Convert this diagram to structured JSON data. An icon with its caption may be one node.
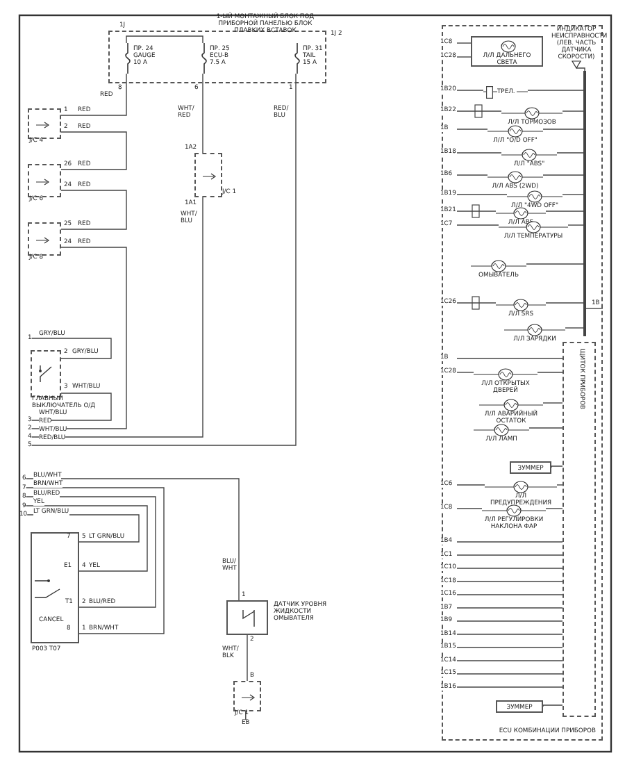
{
  "diagram": {
    "nodes": [
      {
        "text": [
          "1-ЫЙ МОНТАЖНЫЙ БЛОК ПОД ПРИБОРНОЙ ПАНЕЛЬЮ БЛОК ПЛАВКИХ ВСТАВОК"
        ]
      },
      {
        "text": [
          "ПР. 24 GAUGE 10 A"
        ],
        "in": 0
      },
      {
        "text": [
          "ПР. 25 ECU-B 7.5 A"
        ],
        "in": 0
      },
      {
        "text": [
          "ПР. 31 TAIL 15 A"
        ],
        "in": 0
      },
      {
        "text": [
          "J/C 4"
        ]
      },
      {
        "text": [
          "J/C 6"
        ]
      },
      {
        "text": [
          "J/C 8"
        ]
      },
      {
        "text": [
          "J/C 1"
        ]
      },
      {
        "text": [
          "ГЛАВНЫЙ ВЫКЛЮЧАТЕЛЬ О/Д"
        ]
      },
      {
        "text": [
          "CANCEL"
        ],
        "beside": [
          "P003 T07"
        ]
      },
      {
        "text": [
          "ДАТЧИК УРОВНЯ ЖИДКОСТИ ОМЫВАТЕЛЯ"
        ]
      },
      {
        "text": [
          "J/C 1"
        ]
      },
      {
        "text": [
          "ЕВ"
        ]
      },
      {
        "text": [
          "1"
        ]
      },
      {
        "text": [
          "3"
        ]
      },
      {
        "text": [
          "2"
        ]
      },
      {
        "text": [
          "4"
        ]
      },
      {
        "text": [
          "5"
        ]
      },
      {
        "text": [
          "6"
        ]
      },
      {
        "text": [
          "7"
        ]
      },
      {
        "text": [
          "8"
        ]
      },
      {
        "text": [
          "9"
        ]
      },
      {
        "text": [
          "10"
        ]
      },
      {
        "text": [
          "ECU КОМБИНАЦИИ ПРИБОРОВ"
        ]
      },
      {
        "text": [
          "Л/Л ДАЛЬНЕГО СВЕТА"
        ],
        "in": 23
      },
      {
        "text": [
          "ИНДИКАТОР НЕИСПРАВНОСТИ (ЛЕВ. ЧАСТЬ ДАТЧИКА СКОРОСТИ)"
        ],
        "in": 23
      },
      {
        "text": [],
        "shape": "bar",
        "in": 23
      },
      {
        "text": [
          "ТРЕЛ."
        ],
        "in": 23
      },
      {
        "text": [
          "Л/Л ТОРМОЗОВ"
        ],
        "in": 23
      },
      {
        "text": [
          "Л/Л \"O/D OFF\""
        ],
        "in": 23
      },
      {
        "text": [
          "Л/Л \"ABS\""
        ],
        "in": 23
      },
      {
        "text": [
          "Л/Л ABS (2WD)"
        ],
        "in": 23
      },
      {
        "text": [
          "Л/Л \"4WD OFF\""
        ],
        "in": 23
      },
      {
        "text": [
          "Л/Л ABS"
        ],
        "in": 23
      },
      {
        "text": [
          "Л/Л ТЕМПЕРАТУРЫ"
        ],
        "in": 23
      },
      {
        "text": [
          "ОМЫВАТЕЛЬ"
        ],
        "in": 23
      },
      {
        "text": [
          "Л/Л SRS"
        ],
        "in": 23
      },
      {
        "text": [
          "Л/Л ЗАРЯДКИ"
        ],
        "in": 23
      },
      {
        "text": [
          "Л/Л ОТКРЫТЫХ ДВЕРЕЙ"
        ],
        "in": 23
      },
      {
        "text": [
          "Л/Л АВАРИЙНЫЙ ОСТАТОК"
        ],
        "in": 23
      },
      {
        "text": [
          "Л/Л ЛАМП"
        ],
        "in": 23
      },
      {
        "text": [
          "ЗУММЕР"
        ],
        "in": 23
      },
      {
        "text": [
          "Л/Л ПРЕДУПРЕЖДЕНИЯ"
        ],
        "in": 23
      },
      {
        "text": [
          "Л/Л РЕГУЛИРОВКИ НАКЛОНА ФАР"
        ],
        "in": 23
      },
      {
        "text": [
          "ЗУММЕР"
        ],
        "in": 23
      },
      {
        "text": [
          "ЩИТОК ПРИБОРОВ"
        ],
        "in": 23
      }
    ],
    "edges": [
      {
        "from": 1,
        "to": 2,
        "arrow": "none"
      },
      {
        "from": 1,
        "to": 4,
        "arrow": "none",
        "label": "RED"
      },
      {
        "from": 4,
        "to": 5,
        "arrow": "none"
      },
      {
        "from": 5,
        "to": 6,
        "arrow": "none"
      },
      {
        "from": 6,
        "to": 15,
        "arrow": "none",
        "label": "RED"
      },
      {
        "from": 2,
        "to": 7,
        "arrow": "none",
        "label": "WHT/ RED"
      },
      {
        "from": 7,
        "to": 16,
        "arrow": "none",
        "label": "WHT/BLU"
      },
      {
        "from": 3,
        "to": 17,
        "arrow": "none",
        "label": "RED/BLU"
      },
      {
        "from": 13,
        "to": 8,
        "arrow": "none",
        "label": "GRY/BLU"
      },
      {
        "from": 8,
        "to": 14,
        "arrow": "none",
        "label": "WHT/BLU"
      },
      {
        "from": 18,
        "to": 10,
        "arrow": "none",
        "label": "BLU/WHT"
      },
      {
        "from": 19,
        "to": 9,
        "arrow": "none",
        "label": "BRN/WHT"
      },
      {
        "from": 20,
        "to": 9,
        "arrow": "none",
        "label": "BLU/RED"
      },
      {
        "from": 21,
        "to": 9,
        "arrow": "none",
        "label": "YEL"
      },
      {
        "from": 22,
        "to": 9,
        "arrow": "none",
        "label": "LT GRN/BLU"
      },
      {
        "from": 10,
        "to": 11,
        "arrow": "none",
        "label": "WHT/ BLK"
      },
      {
        "from": 11,
        "to": 12,
        "arrow": "none"
      },
      {
        "from": null,
        "to": 24,
        "arrow": "none",
        "label": "1C8"
      },
      {
        "from": null,
        "to": 24,
        "arrow": "none",
        "label": "1C28"
      },
      {
        "from": 25,
        "to": 26,
        "arrow": "none"
      },
      {
        "from": null,
        "to": 27,
        "arrow": "none",
        "label": "1B20"
      },
      {
        "from": 27,
        "to": 26,
        "arrow": "none"
      },
      {
        "from": null,
        "to": 28,
        "arrow": "none",
        "label": "1B22"
      },
      {
        "from": 28,
        "to": 26,
        "arrow": "none"
      },
      {
        "from": null,
        "to": 29,
        "arrow": "none",
        "label": "1B"
      },
      {
        "from": 29,
        "to": 26,
        "arrow": "none"
      },
      {
        "from": null,
        "to": 30,
        "arrow": "none",
        "label": "1B18"
      },
      {
        "from": 30,
        "to": 26,
        "arrow": "none"
      },
      {
        "from": null,
        "to": 31,
        "arrow": "none",
        "label": "1B6"
      },
      {
        "from": 31,
        "to": 26,
        "arrow": "none"
      },
      {
        "from": null,
        "to": 32,
        "arrow": "none",
        "label": "1B19"
      },
      {
        "from": 32,
        "to": 26,
        "arrow": "none"
      },
      {
        "from": null,
        "to": 33,
        "arrow": "none",
        "label": "1B21"
      },
      {
        "from": 33,
        "to": 26,
        "arrow": "none"
      },
      {
        "from": null,
        "to": 34,
        "arrow": "none",
        "label": "1C7"
      },
      {
        "from": 34,
        "to": 26,
        "arrow": "none"
      },
      {
        "from": 35,
        "to": 26,
        "arrow": "none"
      },
      {
        "from": null,
        "to": 36,
        "arrow": "none",
        "label": "1C26"
      },
      {
        "from": 36,
        "to": 26,
        "arrow": "none"
      },
      {
        "from": 37,
        "to": 26,
        "arrow": "none"
      },
      {
        "from": 26,
        "to": null,
        "arrow": "none",
        "label": "1B"
      },
      {
        "from": null,
        "to": 45,
        "arrow": "none",
        "label": "1B"
      },
      {
        "from": null,
        "to": 38,
        "arrow": "none",
        "label": "1C28"
      },
      {
        "from": 38,
        "to": 45,
        "arrow": "none"
      },
      {
        "from": 39,
        "to": 45,
        "arrow": "none"
      },
      {
        "from": 40,
        "to": 45,
        "arrow": "none"
      },
      {
        "from": 41,
        "to": 45,
        "arrow": "none"
      },
      {
        "from": null,
        "to": 42,
        "arrow": "none",
        "label": "1C6"
      },
      {
        "from": 42,
        "to": 45,
        "arrow": "none"
      },
      {
        "from": null,
        "to": 43,
        "arrow": "none",
        "label": "1C8"
      },
      {
        "from": 43,
        "to": 45,
        "arrow": "none"
      },
      {
        "from": null,
        "to": 45,
        "arrow": "none",
        "label": "1B4"
      },
      {
        "from": null,
        "to": 45,
        "arrow": "none",
        "label": "1C1"
      },
      {
        "from": null,
        "to": 45,
        "arrow": "none",
        "label": "1C10"
      },
      {
        "from": null,
        "to": 45,
        "arrow": "none",
        "label": "1C18"
      },
      {
        "from": null,
        "to": 45,
        "arrow": "none",
        "label": "1C16"
      },
      {
        "from": null,
        "to": 45,
        "arrow": "none",
        "label": "1B7"
      },
      {
        "from": null,
        "to": 45,
        "arrow": "none",
        "label": "1B9"
      },
      {
        "from": null,
        "to": 45,
        "arrow": "none",
        "label": "1B14"
      },
      {
        "from": null,
        "to": 45,
        "arrow": "none",
        "label": "1B15"
      },
      {
        "from": null,
        "to": 45,
        "arrow": "none",
        "label": "1C14"
      },
      {
        "from": null,
        "to": 45,
        "arrow": "none",
        "label": "1C15"
      },
      {
        "from": null,
        "to": 45,
        "arrow": "none",
        "label": "1B16"
      },
      {
        "from": 44,
        "to": 45,
        "arrow": "none"
      }
    ],
    "labels": [
      "1J",
      "1J 2",
      "8",
      "6",
      "1",
      "1",
      "RED",
      "2",
      "RED",
      "26",
      "RED",
      "24",
      "RED",
      "25",
      "RED",
      "24",
      "RED",
      "1A2",
      "1A1",
      "WHT/ BLU",
      "RED/ BLU",
      "2",
      "GRY/BLU",
      "3",
      "WHT/BLU",
      "7",
      "5",
      "LT GRN/BLU",
      "E1",
      "4",
      "YEL",
      "T1",
      "2",
      "BLU/RED",
      "8",
      "1",
      "BRN/WHT",
      "BLU/ WHT",
      "1",
      "2",
      "B"
    ]
  }
}
